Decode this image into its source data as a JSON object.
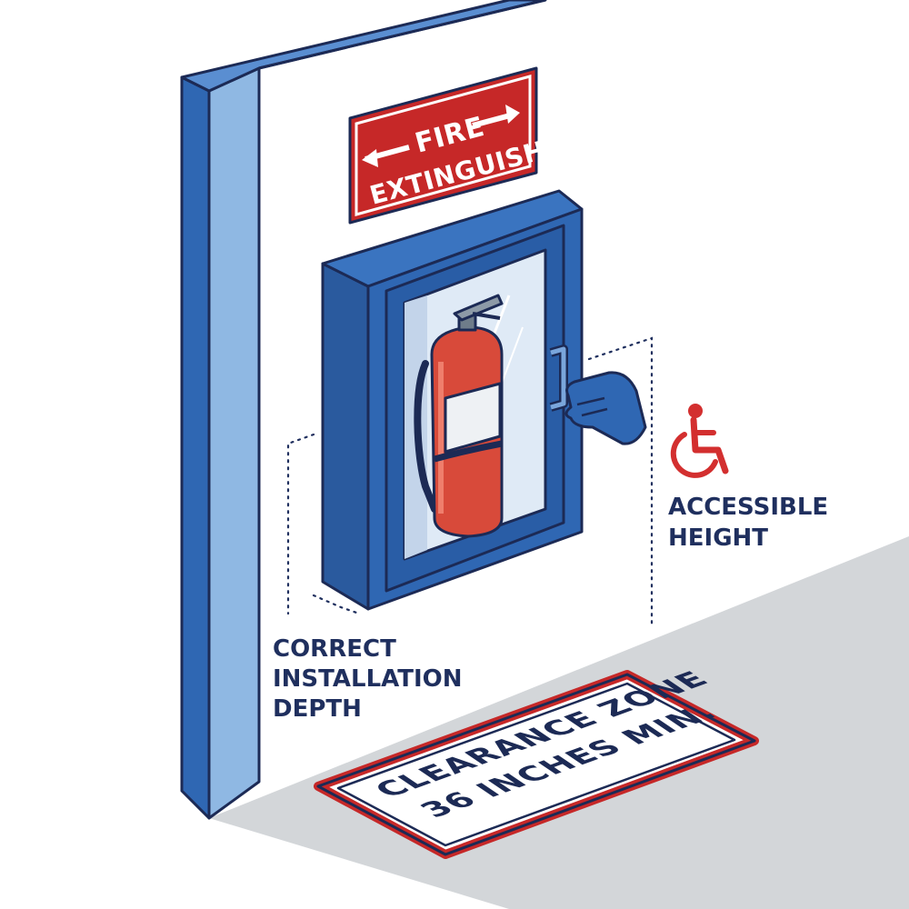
{
  "sign": {
    "line1": "FIRE",
    "line2": "EXTINGUISHER",
    "arrow_left_icon": "left-arrow-icon",
    "arrow_right_icon": "right-arrow-icon"
  },
  "labels": {
    "accessible_line1": "ACCESSIBLE",
    "accessible_line2": "HEIGHT",
    "depth_line1": "CORRECT",
    "depth_line2": "INSTALLATION",
    "depth_line3": "DEPTH"
  },
  "floor_sign": {
    "line1": "CLEARANCE ZONE",
    "line2": "36 INCHES MIN."
  },
  "icons": {
    "accessibility": "wheelchair-icon",
    "hand": "hand-pointer-icon",
    "extinguisher": "fire-extinguisher-icon",
    "cabinet": "cabinet-icon"
  },
  "colors": {
    "primary_blue": "#2f67b3",
    "dark_outline": "#1c2a55",
    "sign_red": "#d32f2f",
    "floor_gray": "#d3d6d9",
    "wall_white": "#ffffff"
  }
}
